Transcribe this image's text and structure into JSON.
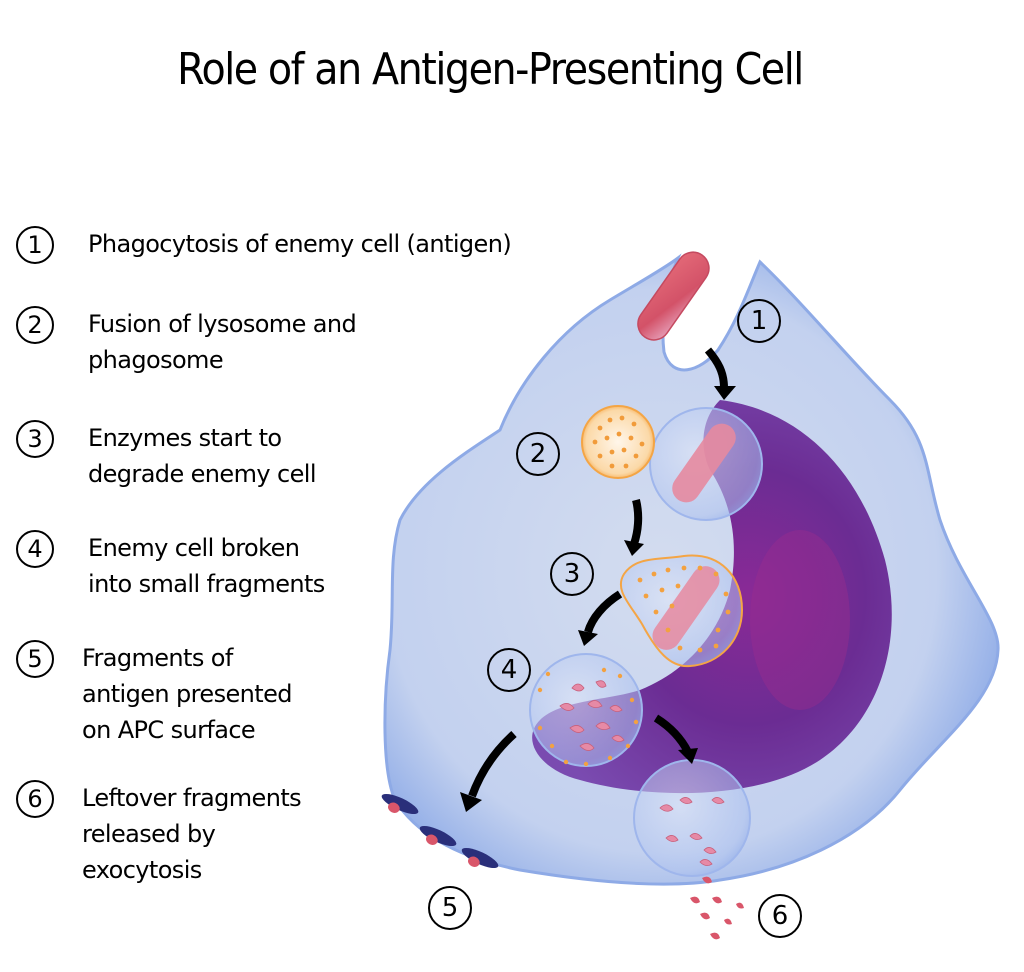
{
  "title": "Role of an Antigen-Presenting Cell",
  "legend": [
    {
      "number": "1",
      "text": "Phagocytosis of enemy cell (antigen)"
    },
    {
      "number": "2",
      "text": "Fusion of lysosome and\nphagosome"
    },
    {
      "number": "3",
      "text": "Enzymes start to\ndegrade enemy cell"
    },
    {
      "number": "4",
      "text": "Enemy cell broken\ninto small fragments"
    },
    {
      "number": "5",
      "text": "Fragments of\nantigen presented\non APC surface"
    },
    {
      "number": "6",
      "text": "Leftover fragments\nreleased by\nexocytosis"
    }
  ],
  "diagram_markers": [
    "1",
    "2",
    "3",
    "4",
    "5",
    "6"
  ],
  "colors": {
    "cell_body": "#c5d3ee",
    "cell_edge": "#7f9fe0",
    "nucleus": "#6a2a93",
    "nucleus_highlight": "#9b2a8e",
    "antigen": "#d9566a",
    "lysosome": "#f4a54a",
    "vesicle": "#b7c9ef",
    "fragment": "#e48aa0",
    "mhc_receptor": "#2a2f7a",
    "arrow": "#000000"
  }
}
